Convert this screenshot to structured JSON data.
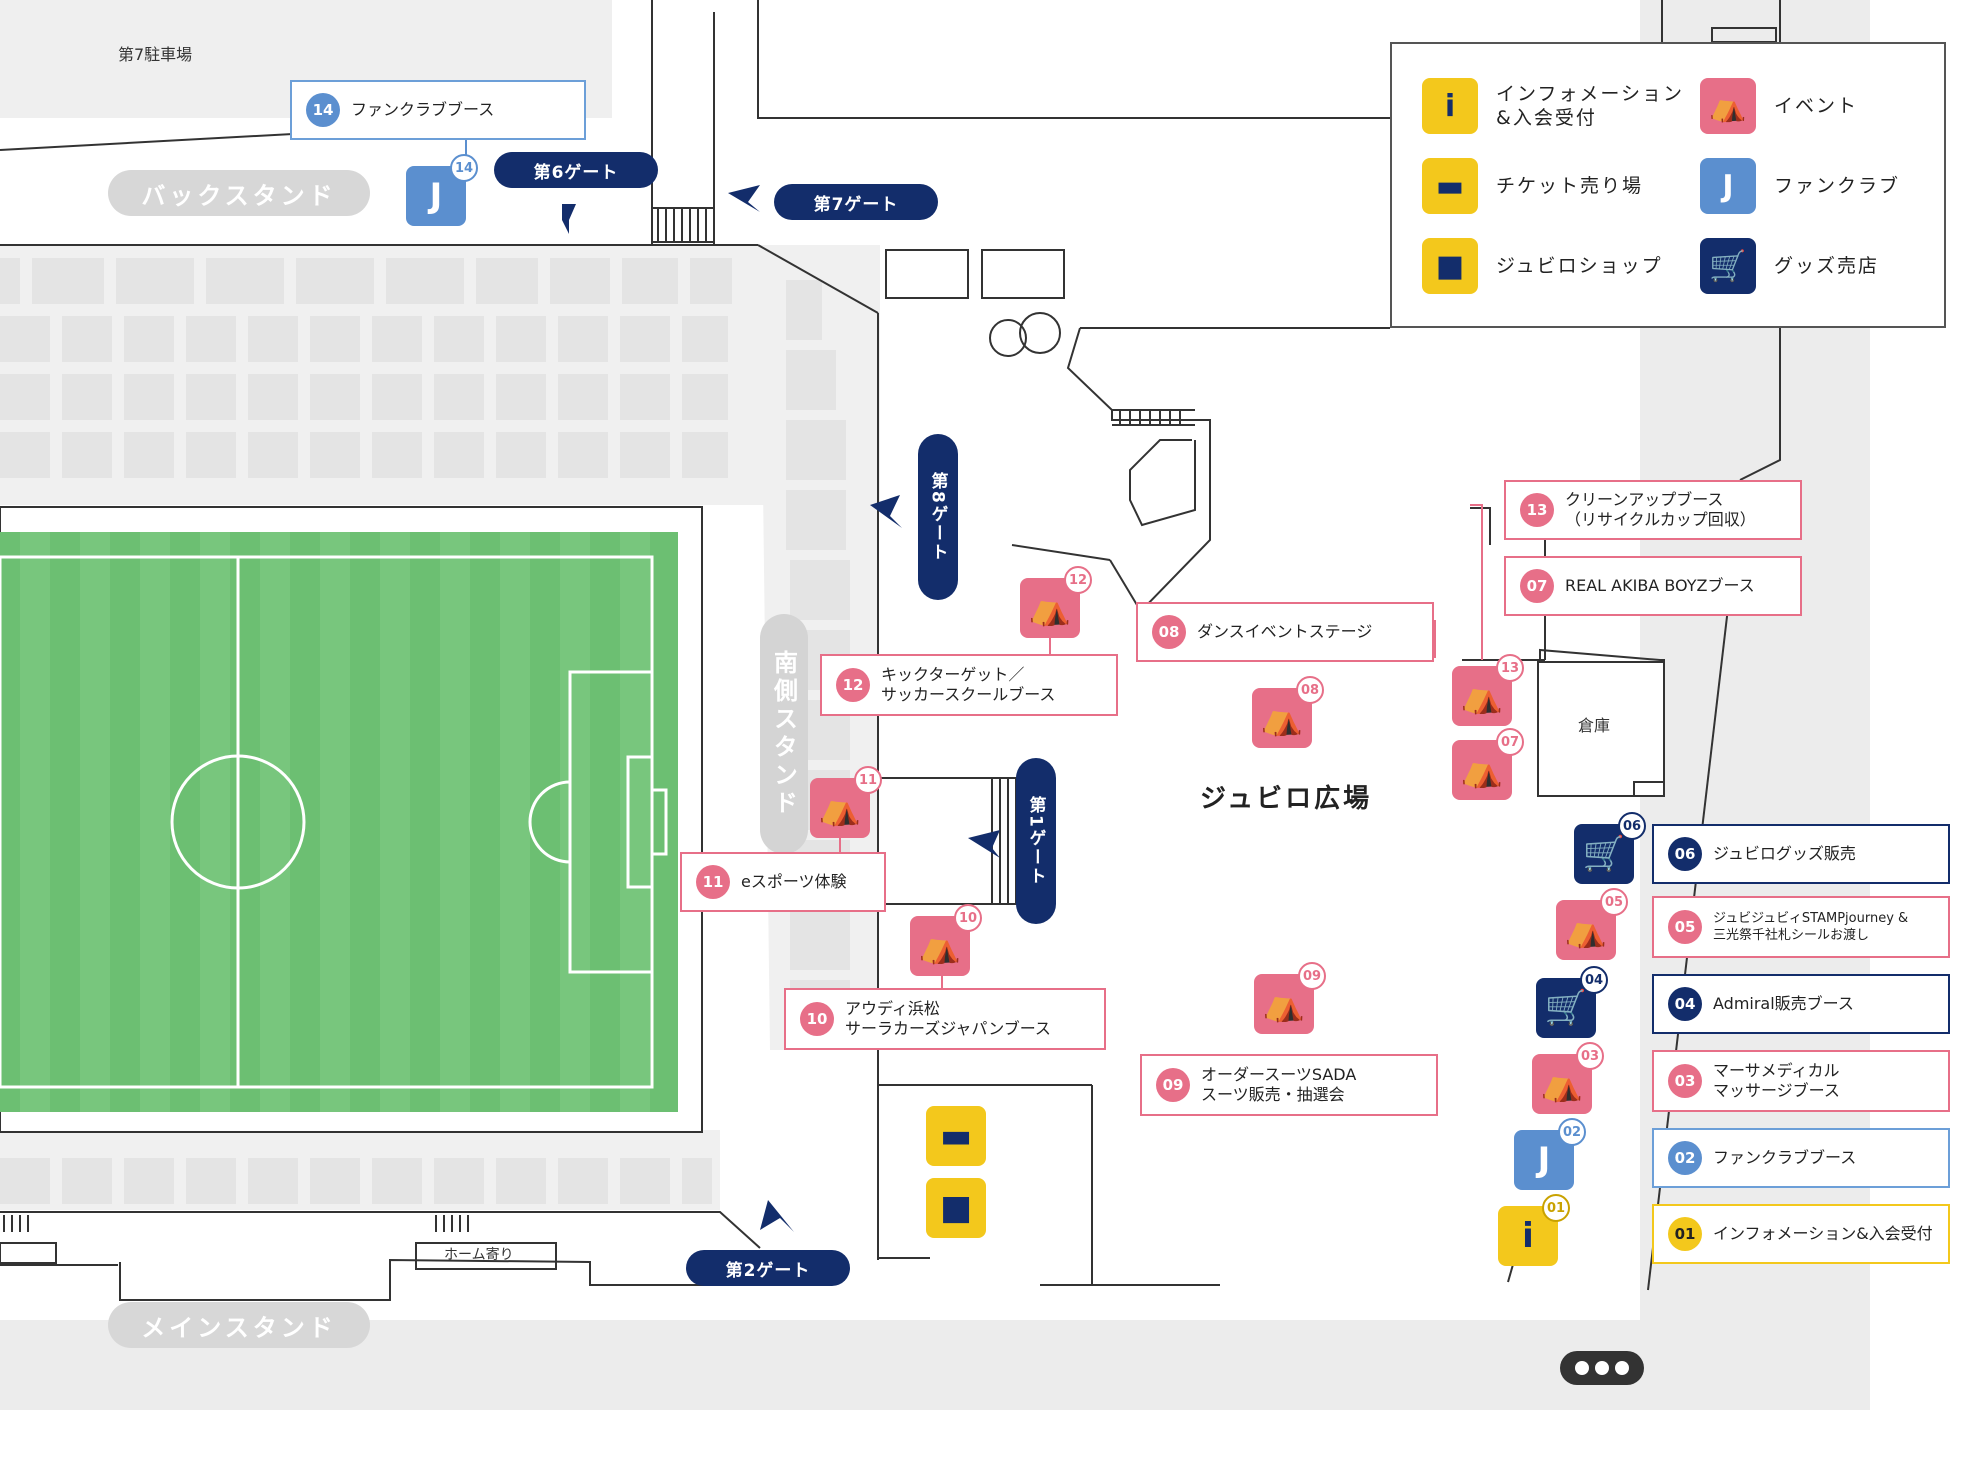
{
  "map_title": "ジュビロ広場",
  "areas": {
    "parking": "第7駐車場",
    "storage": "倉庫",
    "home_side": "ホーム寄り"
  },
  "stands": {
    "back": "バックスタンド",
    "main": "メインスタンド",
    "south": "南側スタンド"
  },
  "gates": {
    "g6": "第6ゲート",
    "g7": "第7ゲート",
    "g8": "第8ゲート",
    "g1": "第1ゲート",
    "g2": "第2ゲート"
  },
  "legend": {
    "info": "インフォメーション\n&入会受付",
    "event": "イベント",
    "ticket": "チケット売り場",
    "fanclub": "ファンクラブ",
    "shop": "ジュビロショップ",
    "goods": "グッズ売店"
  },
  "booths": [
    {
      "num": "14",
      "name": "ファンクラブブース"
    },
    {
      "num": "13",
      "name": "クリーンアップブース\n（リサイクルカップ回収）"
    },
    {
      "num": "07",
      "name": "REAL AKIBA BOYZブース"
    },
    {
      "num": "08",
      "name": "ダンスイベントステージ"
    },
    {
      "num": "12",
      "name": "キックターゲット／\nサッカースクールブース"
    },
    {
      "num": "11",
      "name": "eスポーツ体験"
    },
    {
      "num": "10",
      "name": "アウディ浜松\nサーラカーズジャパンブース"
    },
    {
      "num": "09",
      "name": "オーダースーツSADA\nスーツ販売・抽選会"
    },
    {
      "num": "06",
      "name": "ジュビログッズ販売"
    },
    {
      "num": "05",
      "name": "ジュビジュビィSTAMPjourney &\n三光祭千社札シールお渡し"
    },
    {
      "num": "04",
      "name": "Admiral販売ブース"
    },
    {
      "num": "03",
      "name": "マーサメディカル\nマッサージブース"
    },
    {
      "num": "02",
      "name": "ファンクラブブース"
    },
    {
      "num": "01",
      "name": "インフォメーション&入会受付"
    }
  ],
  "colors": {
    "event": "#e76f88",
    "fanclub": "#5b8fcf",
    "goods": "#132d6b",
    "info": "#f3c81c",
    "pitch": "#6cbf72",
    "stand_label": "#d7d7d7"
  },
  "icons": {
    "info": "info-icon",
    "event": "tent-icon",
    "ticket": "ticket-icon",
    "fanclub": "j-logo-icon",
    "shop": "bag-icon",
    "goods": "cart-icon"
  }
}
